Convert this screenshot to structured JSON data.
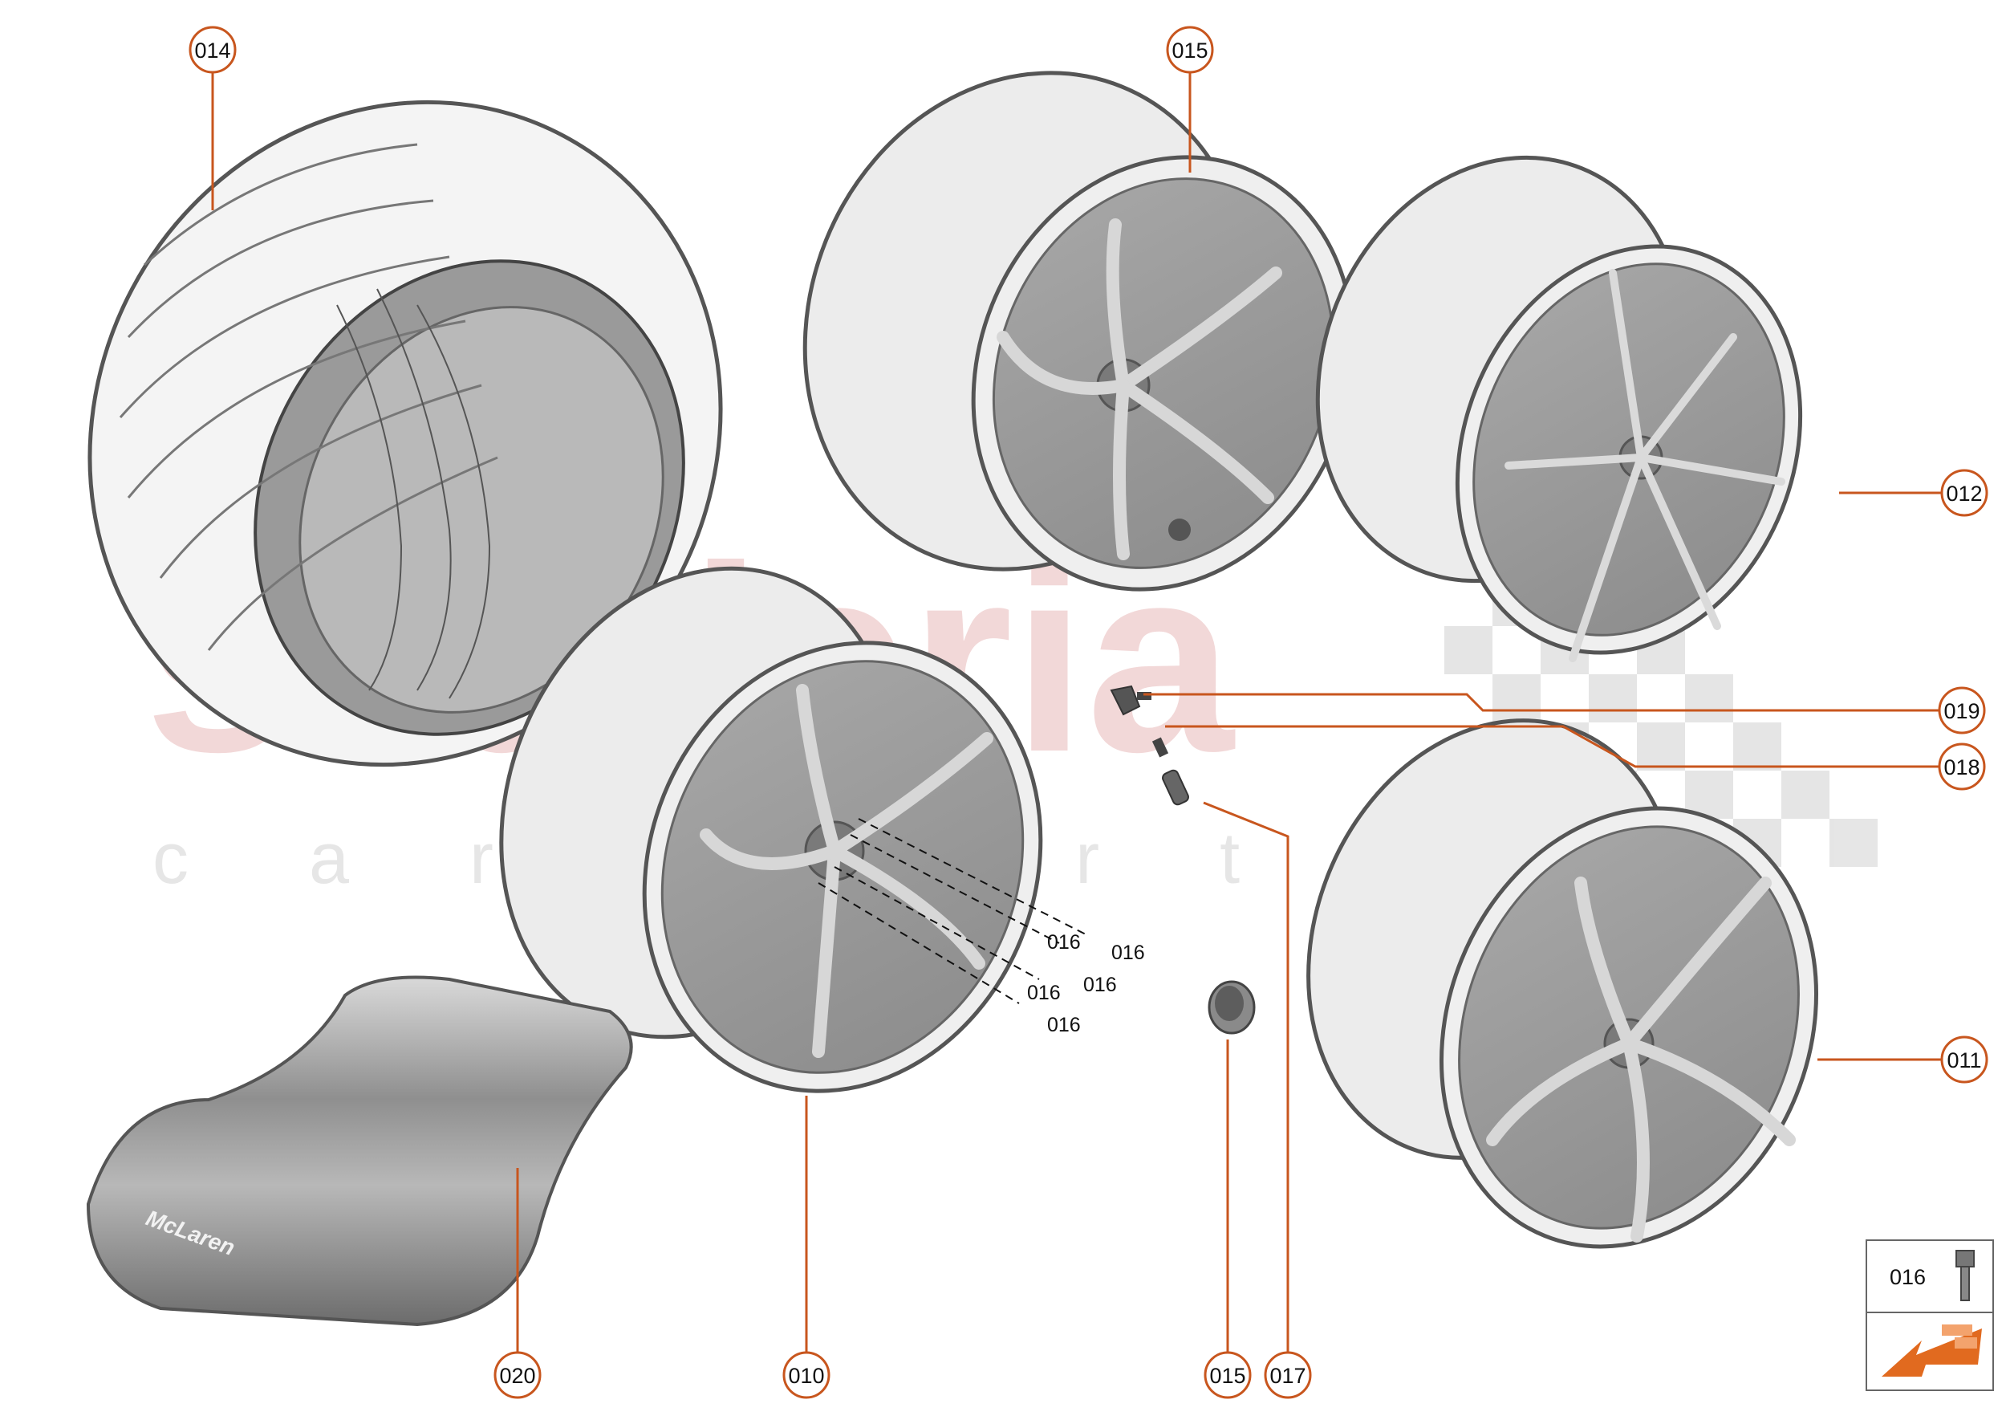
{
  "watermark": {
    "main": "scuderia",
    "sub": "car parts"
  },
  "accent_color": "#c8561e",
  "callouts": {
    "tyre": "014",
    "wheel_top": "015",
    "wheel_right_top": "012",
    "wheel_front": "010",
    "wheel_right_bottom": "011",
    "tpms_sensor": "019",
    "valve_core": "018",
    "valve_body": "017",
    "centre_cap": "015",
    "wheel_cover": "020"
  },
  "bolt_labels": [
    "016",
    "016",
    "016",
    "016"
  ],
  "cover_brand": "McLaren",
  "key_box": {
    "part": "016",
    "icon": "bolt-icon",
    "nav_icon": "orange-arrow-icon"
  }
}
